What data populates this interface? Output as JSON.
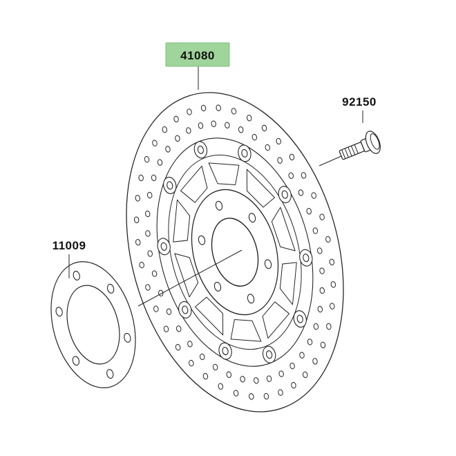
{
  "parts": [
    {
      "id": "disc",
      "number": "41080",
      "highlighted": true
    },
    {
      "id": "bolt",
      "number": "92150",
      "highlighted": false
    },
    {
      "id": "shim",
      "number": "11009",
      "highlighted": false
    }
  ],
  "colors": {
    "highlight": "#9fd49a",
    "line": "#222222",
    "background": "#ffffff"
  }
}
